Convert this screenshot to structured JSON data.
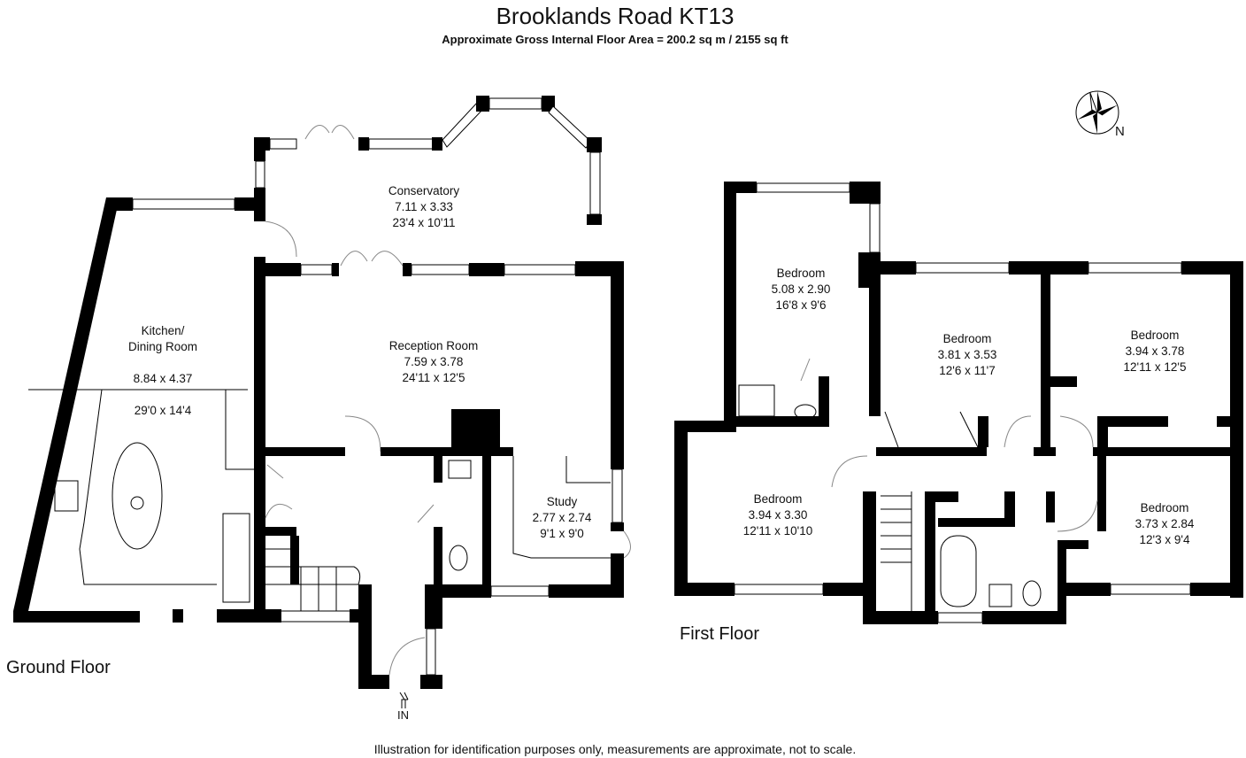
{
  "header": {
    "title": "Brooklands Road KT13",
    "subtitle": "Approximate Gross Internal Floor Area  = 200.2 sq m  / 2155 sq ft"
  },
  "compass": {
    "label": "N"
  },
  "ground_floor": {
    "label": "Ground Floor",
    "entrance_label": "IN",
    "rooms": [
      {
        "name": "Conservatory",
        "metric": "7.11 x 3.33",
        "imperial": "23'4 x 10'11"
      },
      {
        "name": "Kitchen/\nDining Room",
        "metric": "8.84 x 4.37",
        "imperial": "29'0 x 14'4"
      },
      {
        "name": "Reception Room",
        "metric": "7.59 x 3.78",
        "imperial": "24'11 x 12'5"
      },
      {
        "name": "Study",
        "metric": "2.77 x 2.74",
        "imperial": "9'1 x 9'0"
      }
    ]
  },
  "first_floor": {
    "label": "First Floor",
    "rooms": [
      {
        "name": "Bedroom",
        "metric": "5.08 x 2.90",
        "imperial": "16'8 x 9'6"
      },
      {
        "name": "Bedroom",
        "metric": "3.81 x 3.53",
        "imperial": "12'6 x 11'7"
      },
      {
        "name": "Bedroom",
        "metric": "3.94 x 3.78",
        "imperial": "12'11 x 12'5"
      },
      {
        "name": "Bedroom",
        "metric": "3.94 x 3.30",
        "imperial": "12'11 x 10'10"
      },
      {
        "name": "Bedroom",
        "metric": "3.73 x 2.84",
        "imperial": "12'3 x 9'4"
      }
    ]
  },
  "footer": "Illustration for identification purposes only, measurements are approximate, not to scale."
}
